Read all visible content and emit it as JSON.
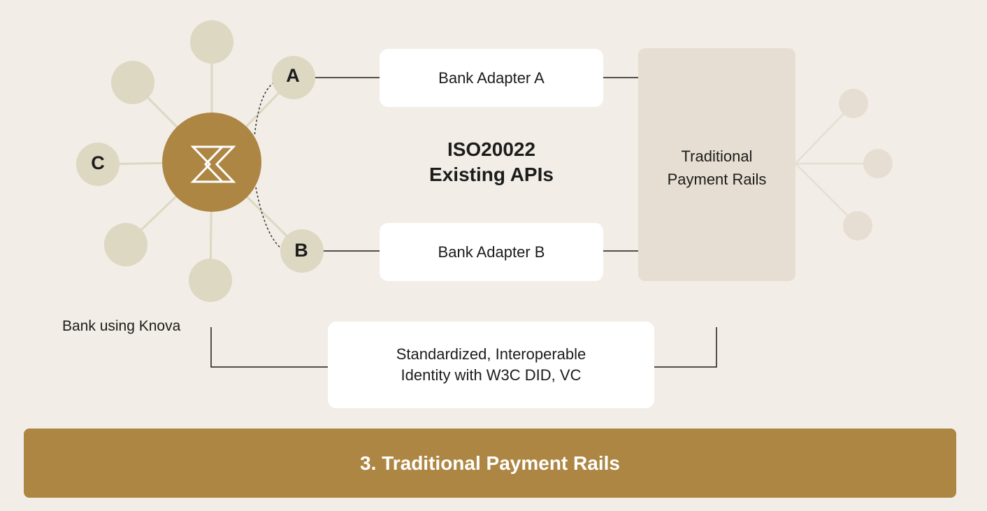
{
  "adapters": {
    "a_label": "Bank Adapter A",
    "b_label": "Bank Adapter B"
  },
  "protocol": {
    "line1": "ISO20022",
    "line2": "Existing APIs"
  },
  "rails": {
    "line1": "Traditional",
    "line2": "Payment Rails"
  },
  "identity": {
    "line1": "Standardized, Interoperable",
    "line2": "Identity with W3C DID, VC"
  },
  "bank": {
    "label": "Bank using Knova",
    "logo_icon": "knova-logo-icon"
  },
  "nodes": {
    "a": "A",
    "b": "B",
    "c": "C"
  },
  "footer": {
    "title": "3. Traditional Payment Rails"
  },
  "colors": {
    "background": "#f2ede6",
    "accent": "#ae8643",
    "node": "#dcd8c2",
    "rails_box": "#e6ded2",
    "card": "#ffffff"
  }
}
